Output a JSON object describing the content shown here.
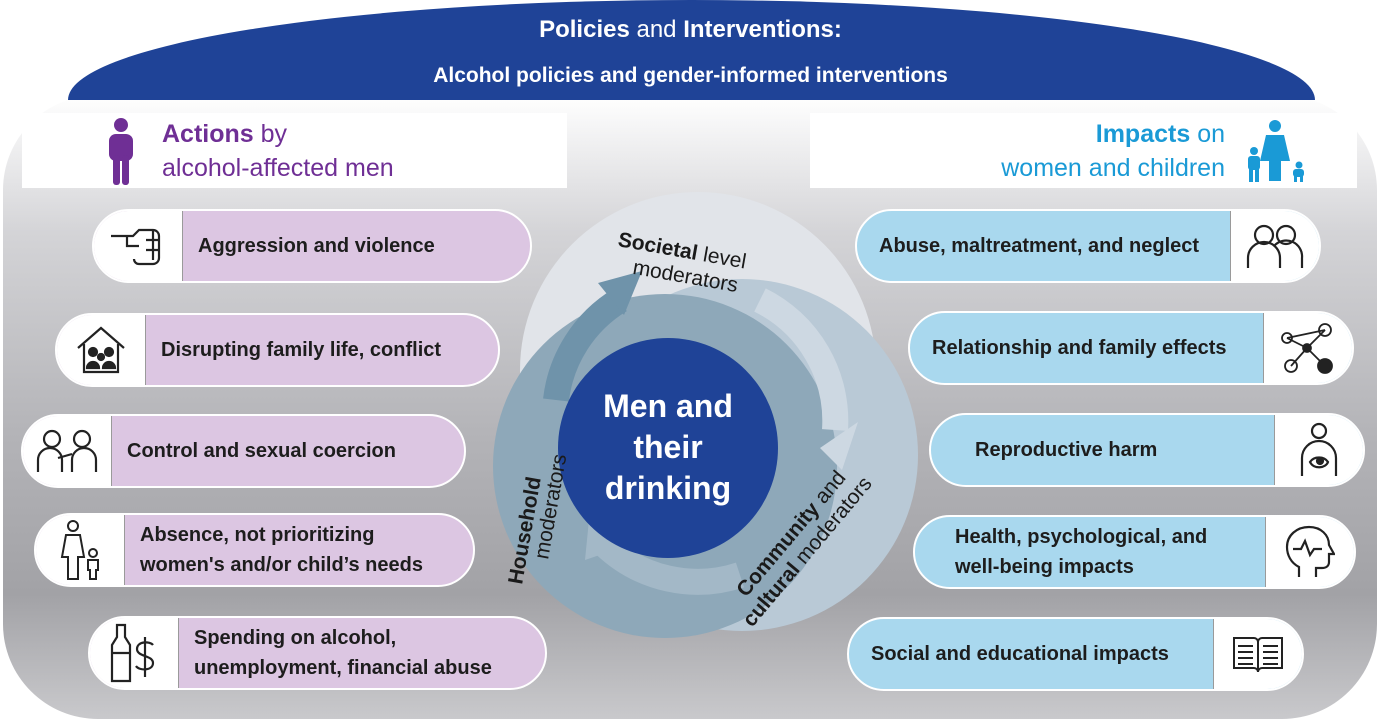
{
  "banner": {
    "title_bold_1": "Policies",
    "title_and": "and",
    "title_bold_2": "Interventions:",
    "subtitle": "Alcohol policies and gender-informed interventions"
  },
  "left_header": {
    "bold": "Actions",
    "rest": "by",
    "line2": "alcohol-affected men"
  },
  "right_header": {
    "bold": "Impacts",
    "rest": "on",
    "line2": "women and children"
  },
  "actions": [
    {
      "label": "Aggression and violence",
      "icon": "fist-icon"
    },
    {
      "label": "Disrupting family life, conflict",
      "icon": "house-family-icon"
    },
    {
      "label": "Control and sexual coercion",
      "icon": "two-people-icon"
    },
    {
      "label_line1": "Absence, not prioritizing",
      "label_line2": "women's and/or child’s needs",
      "icon": "mother-child-icon"
    },
    {
      "label_line1": "Spending on alcohol,",
      "label_line2": "unemployment, financial abuse",
      "icon": "bottle-dollar-icon"
    }
  ],
  "impacts": [
    {
      "label": "Abuse, maltreatment, and neglect",
      "icon": "people-icon"
    },
    {
      "label": "Relationship and family effects",
      "icon": "network-icon"
    },
    {
      "label": "Reproductive harm",
      "icon": "pregnancy-icon"
    },
    {
      "label_line1": "Health, psychological, and",
      "label_line2": "well-being impacts",
      "icon": "head-pulse-icon"
    },
    {
      "label": "Social and educational impacts",
      "icon": "open-book-icon"
    }
  ],
  "cycle": {
    "center_line1": "Men and",
    "center_line2": "their",
    "center_line3": "drinking",
    "societal_bold": "Societal",
    "societal_rest": "level",
    "societal_line2": "moderators",
    "household_bold": "Household",
    "household_line2": "moderators",
    "community_bold": "Community",
    "community_and": "and",
    "community_bold2": "cultural",
    "community_rest": "moderators"
  },
  "colors": {
    "banner": "#1f4397",
    "center": "#1f4397",
    "left_pill": "#dcc6e2",
    "right_pill": "#a9d8ee",
    "left_heading": "#6f2f95",
    "right_heading": "#1a9ad6"
  }
}
